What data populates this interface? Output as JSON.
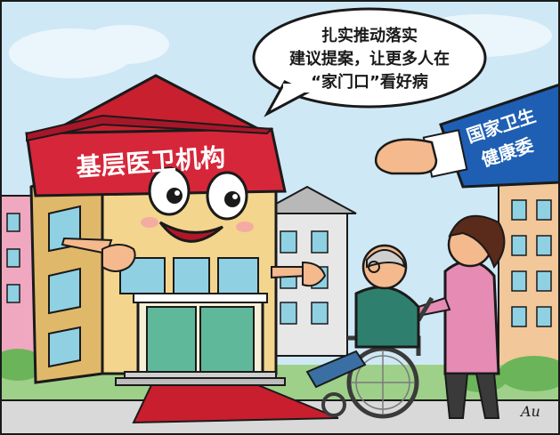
{
  "speech_bubble": {
    "line1": "扎实推动落实",
    "line2": "建议提案，让更多人在",
    "line3": "“家门口”看好病"
  },
  "building_sign": {
    "text": "基层医卫机构"
  },
  "sleeve_label": {
    "line1": "国家卫生",
    "line2": "健康委"
  },
  "signature": {
    "text": "Au"
  },
  "colors": {
    "sky": "#cfe8f6",
    "building_wall": "#f3d58d",
    "roof_red": "#d6263a",
    "sign_red": "#d6263a",
    "sign_text": "#ffffff",
    "sleeve_blue": "#1e5fb3",
    "carpet_red": "#c81e2e",
    "grass_green": "#7dc26a",
    "woman_pink": "#e58bb4",
    "wheelchair_dark": "#3a3a3a",
    "skin": "#f4b98c",
    "outline": "#1a1a1a"
  },
  "icons": {
    "building": "clinic-building",
    "hand": "welcoming-hand",
    "wheelchair": "wheelchair"
  }
}
